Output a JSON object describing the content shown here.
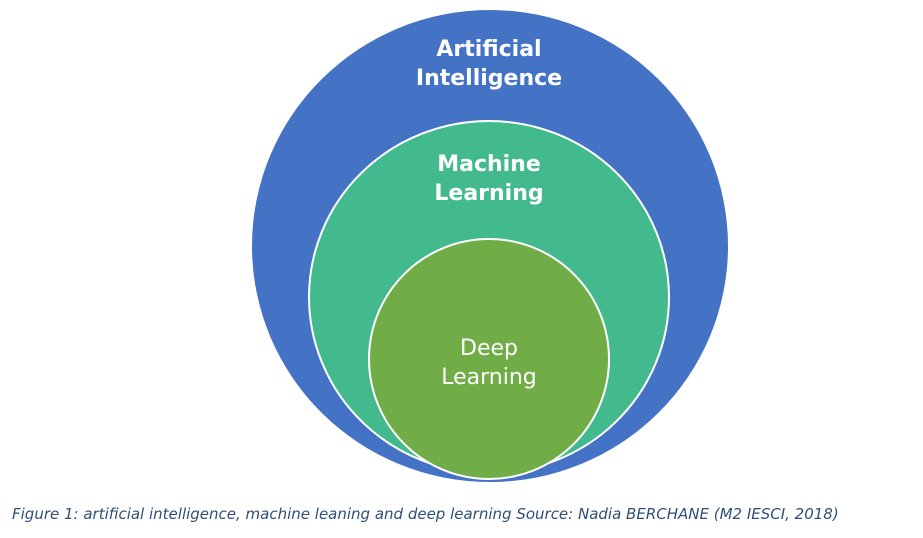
{
  "diagram": {
    "outer": {
      "line1": "Artificial",
      "line2": "Intelligence",
      "color": "#4472C4"
    },
    "middle": {
      "line1": "Machine",
      "line2": "Learning",
      "color": "#43BA8D"
    },
    "inner": {
      "line1": "Deep",
      "line2": "Learning",
      "color": "#70AD47"
    }
  },
  "caption": "Figure 1: artificial intelligence, machine leaning and deep learning Source: Nadia BERCHANE (M2 IESCI, 2018)"
}
